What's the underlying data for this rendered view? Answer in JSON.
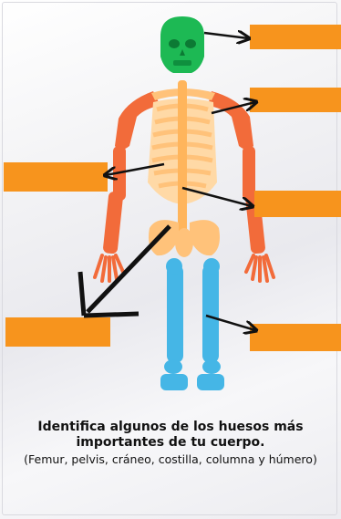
{
  "caption": {
    "title": "Identifica algunos de los huesos más importantes de tu cuerpo.",
    "subtitle": "(Femur, pelvis, cráneo, costilla, columna y húmero)"
  },
  "label_boxes": [
    {
      "side": "right",
      "answer": ""
    },
    {
      "side": "right",
      "answer": ""
    },
    {
      "side": "left",
      "answer": ""
    },
    {
      "side": "right",
      "answer": ""
    },
    {
      "side": "left",
      "answer": ""
    },
    {
      "side": "right",
      "answer": ""
    }
  ],
  "colors": {
    "label_box": "#f7941d",
    "skull": "#1db954",
    "arms": "#f26b3a",
    "torso": "#ffc27a",
    "legs": "#45b6e6",
    "arrow": "#111111"
  }
}
